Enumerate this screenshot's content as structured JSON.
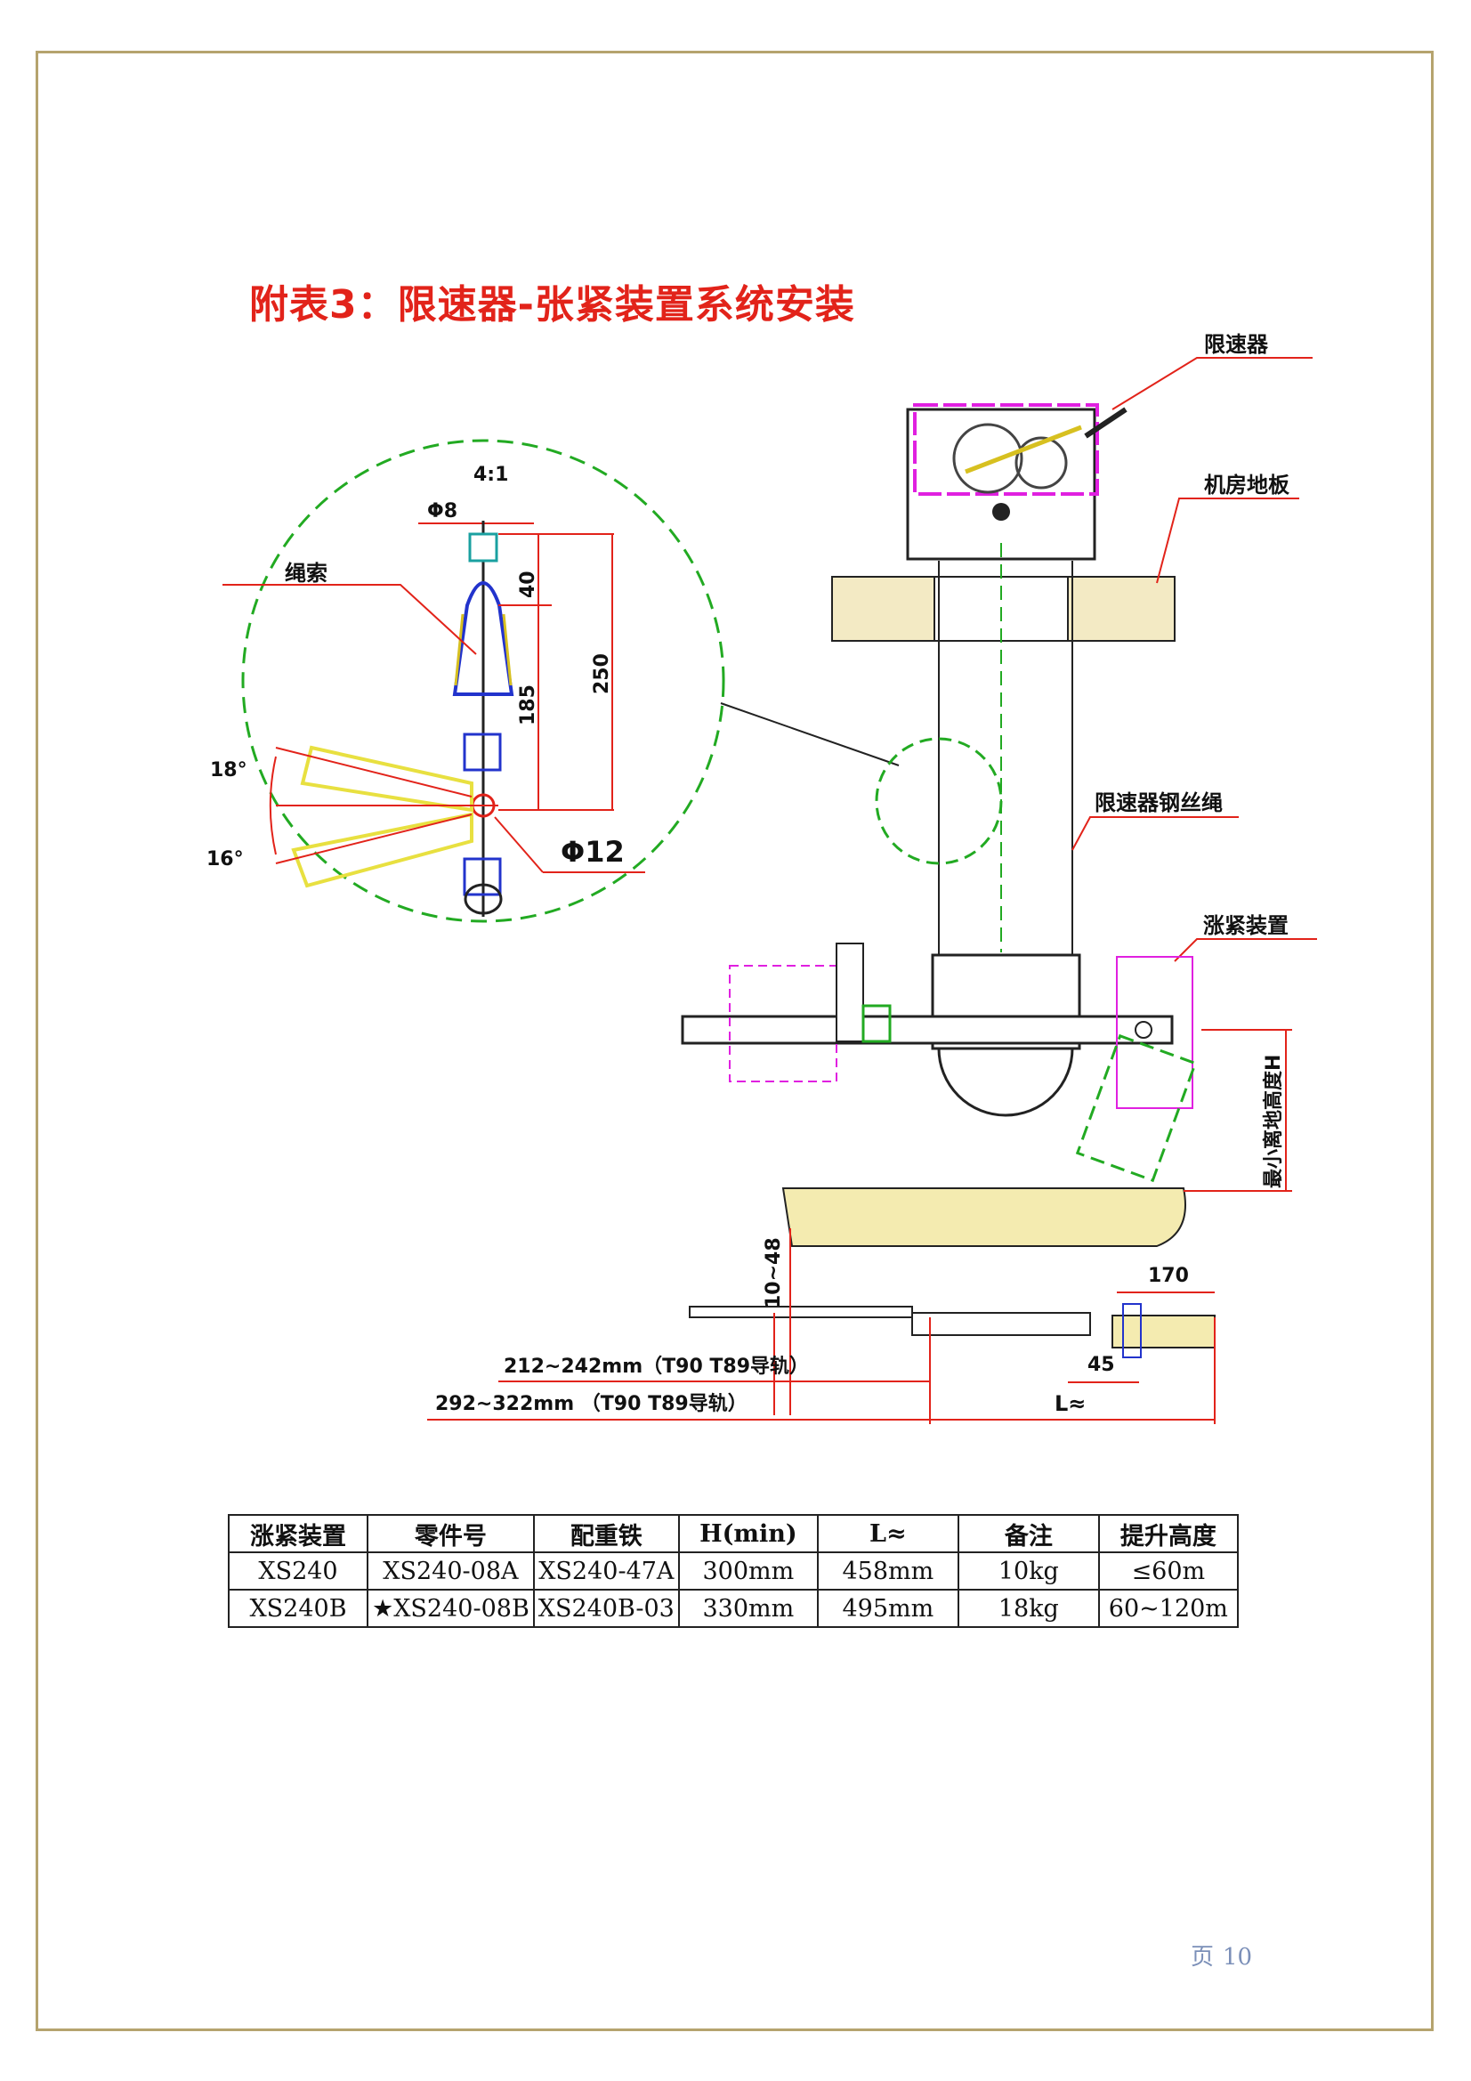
{
  "title": "附表3：限速器-张紧装置系统安装",
  "drawing": {
    "callout_governor": "限速器",
    "callout_floor": "机房地板",
    "callout_rope": "绳索",
    "callout_governor_rope": "限速器钢丝绳",
    "callout_tension_device": "涨紧装置",
    "min_height_label": "最小离地高度H",
    "scale": "4:1",
    "dia_8": "Φ8",
    "dia_12": "Φ12",
    "dim_40": "40",
    "dim_185": "185",
    "dim_250": "250",
    "angle_upper": "18°",
    "angle_lower": "16°",
    "dim_10_48": "10~48",
    "dim_170": "170",
    "dim_45": "45",
    "dim_212_242": "212~242mm（T90 T89导轨）",
    "dim_292_322": "292~322mm （T90 T89导轨）",
    "dim_L": "L≈"
  },
  "table": {
    "headers": [
      "涨紧装置",
      "零件号",
      "配重铁",
      "H(min)",
      "L≈",
      "备注",
      "提升高度"
    ],
    "rows": [
      [
        "XS240",
        "XS240-08A",
        "XS240-47A",
        "300mm",
        "458mm",
        "10kg",
        "≤60m"
      ],
      [
        "XS240B",
        "★XS240-08B",
        "XS240B-03",
        "330mm",
        "495mm",
        "18kg",
        "60~120m"
      ]
    ]
  },
  "footer": {
    "page_label": "页",
    "page_number": "10"
  },
  "colors": {
    "title": "#e2231a",
    "frame": "#b5a36e",
    "dimension": "#e2231a",
    "magenta": "#e020e0",
    "green": "#22aa22",
    "yellow": "#e8e040",
    "blue": "#2233cc"
  }
}
